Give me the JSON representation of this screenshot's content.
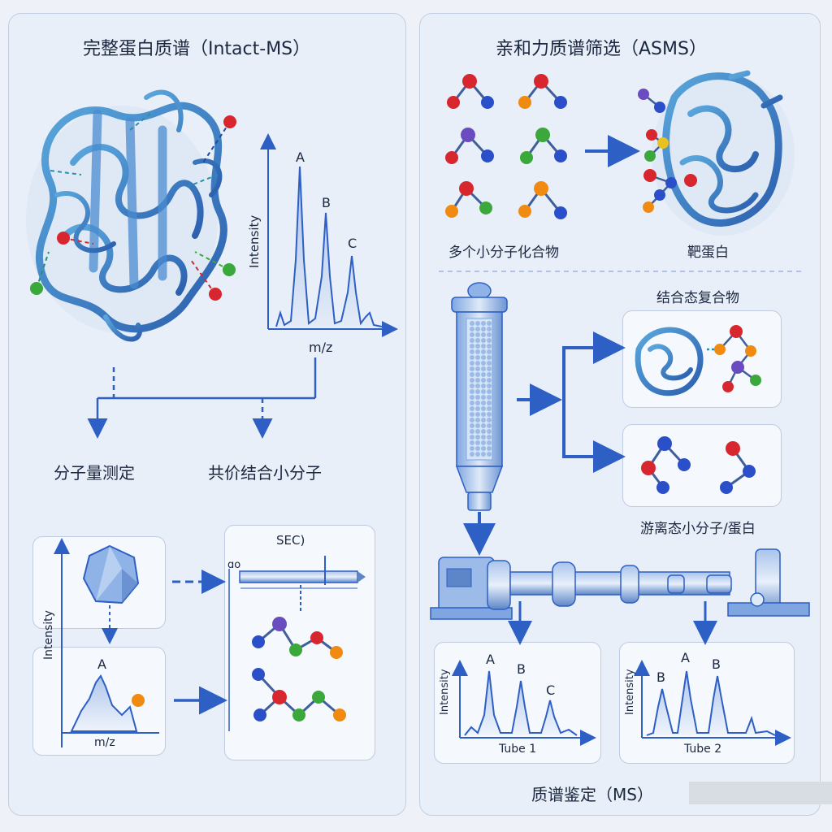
{
  "left_panel": {
    "title": "完整蛋白质谱（Intact-MS）",
    "spectrum": {
      "ylabel": "Intensity",
      "xlabel": "m/z",
      "peaks": [
        "A",
        "B",
        "C"
      ]
    },
    "outcomes": [
      "分子量测定",
      "共价结合小分子"
    ],
    "sub_left": {
      "ylabel": "Intensity",
      "xlabel": "m/z",
      "peak": "A"
    },
    "sub_right": {
      "title": "SEC)",
      "glyph": "ɑo"
    }
  },
  "right_panel": {
    "title": "亲和力质谱筛选（ASMS）",
    "compounds_label": "多个小分子化合物",
    "target_label": "靶蛋白",
    "complex_label": "结合态复合物",
    "free_label": "游离态小分子/蛋白",
    "tube1": {
      "ylabel": "Intensity",
      "xlabel": "Tube 1",
      "peaks": [
        "A",
        "B",
        "C"
      ]
    },
    "tube2": {
      "ylabel": "Intensity",
      "xlabel": "Tube 2",
      "peaks": [
        "B",
        "A",
        "B"
      ]
    },
    "ms_label": "质谱鉴定（MS）"
  },
  "colors": {
    "accent": "#2d5fc4",
    "protein": "#3b78c8",
    "red": "#d8262e",
    "blue": "#2a4fc8",
    "green": "#3aa83a",
    "orange": "#f08a10",
    "purple": "#6a4cc0"
  }
}
